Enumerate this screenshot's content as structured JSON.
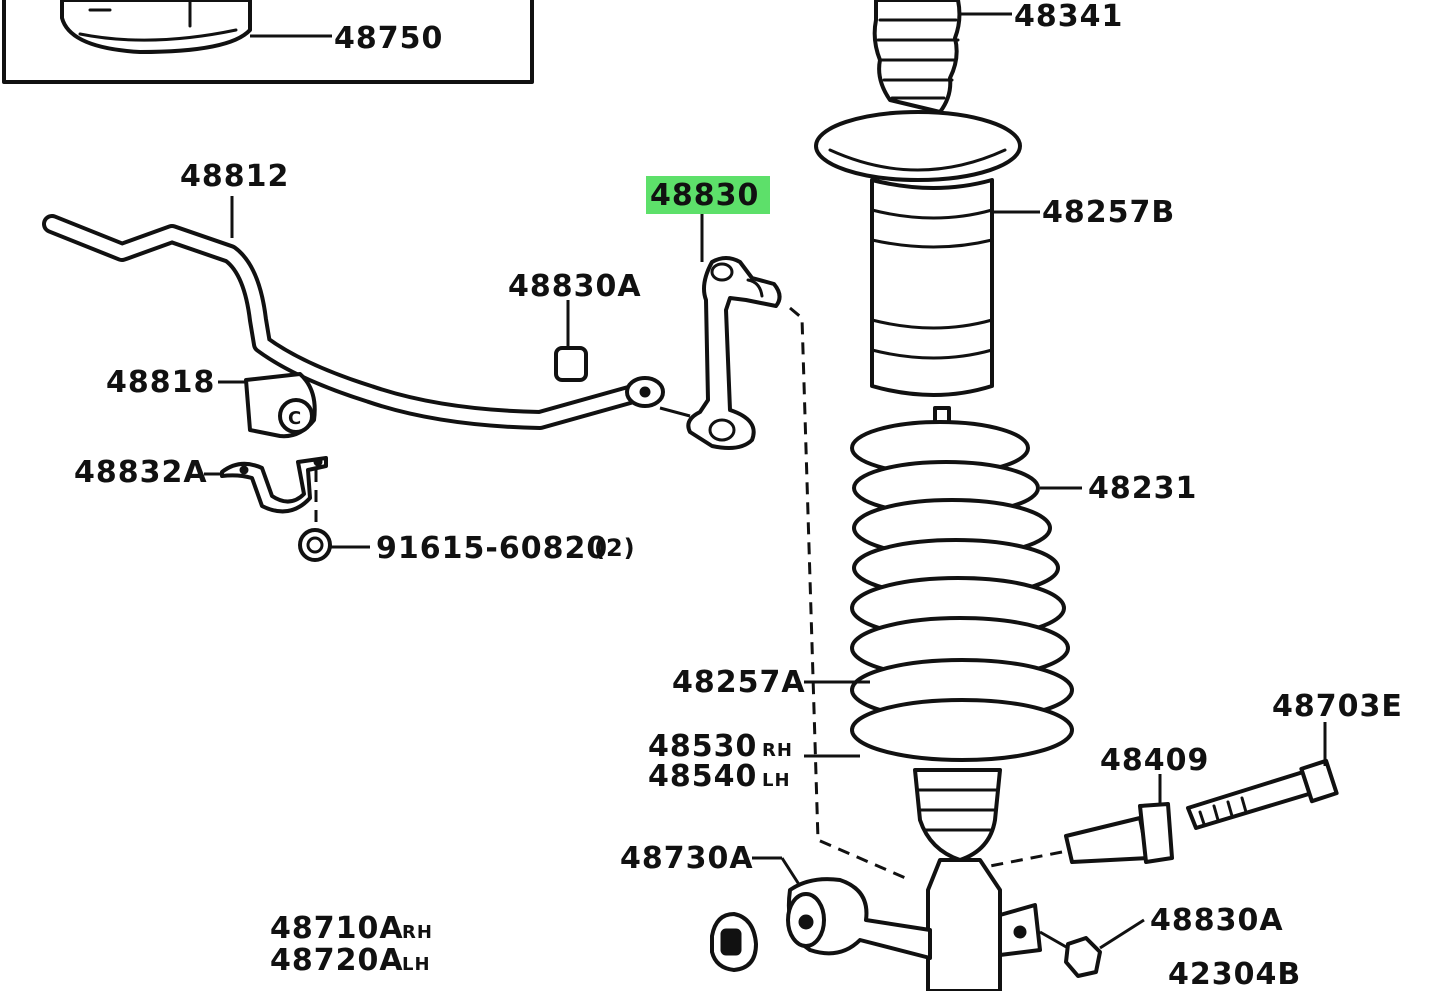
{
  "parts": [
    {
      "id": "48750",
      "label": "48750"
    },
    {
      "id": "48341",
      "label": "48341"
    },
    {
      "id": "48812",
      "label": "48812"
    },
    {
      "id": "48830",
      "label": "48830",
      "highlighted": true
    },
    {
      "id": "48257B",
      "label": "48257B"
    },
    {
      "id": "48830A-top",
      "label": "48830A"
    },
    {
      "id": "48818",
      "label": "48818"
    },
    {
      "id": "48832A",
      "label": "48832A"
    },
    {
      "id": "48231",
      "label": "48231"
    },
    {
      "id": "91615",
      "label": "91615-60820",
      "qty": "(2)"
    },
    {
      "id": "48257A",
      "label": "48257A"
    },
    {
      "id": "48703E",
      "label": "48703E"
    },
    {
      "id": "48530",
      "label": "48530",
      "suffix": "RH"
    },
    {
      "id": "48409",
      "label": "48409"
    },
    {
      "id": "48540",
      "label": "48540",
      "suffix": "LH"
    },
    {
      "id": "48730A",
      "label": "48730A"
    },
    {
      "id": "48830A-bottom",
      "label": "48830A"
    },
    {
      "id": "48710A",
      "label": "48710A",
      "suffix": "RH"
    },
    {
      "id": "48720A",
      "label": "48720A",
      "suffix": "LH"
    },
    {
      "id": "42304B",
      "label": "42304B"
    }
  ],
  "highlight_color": "#5de06a"
}
